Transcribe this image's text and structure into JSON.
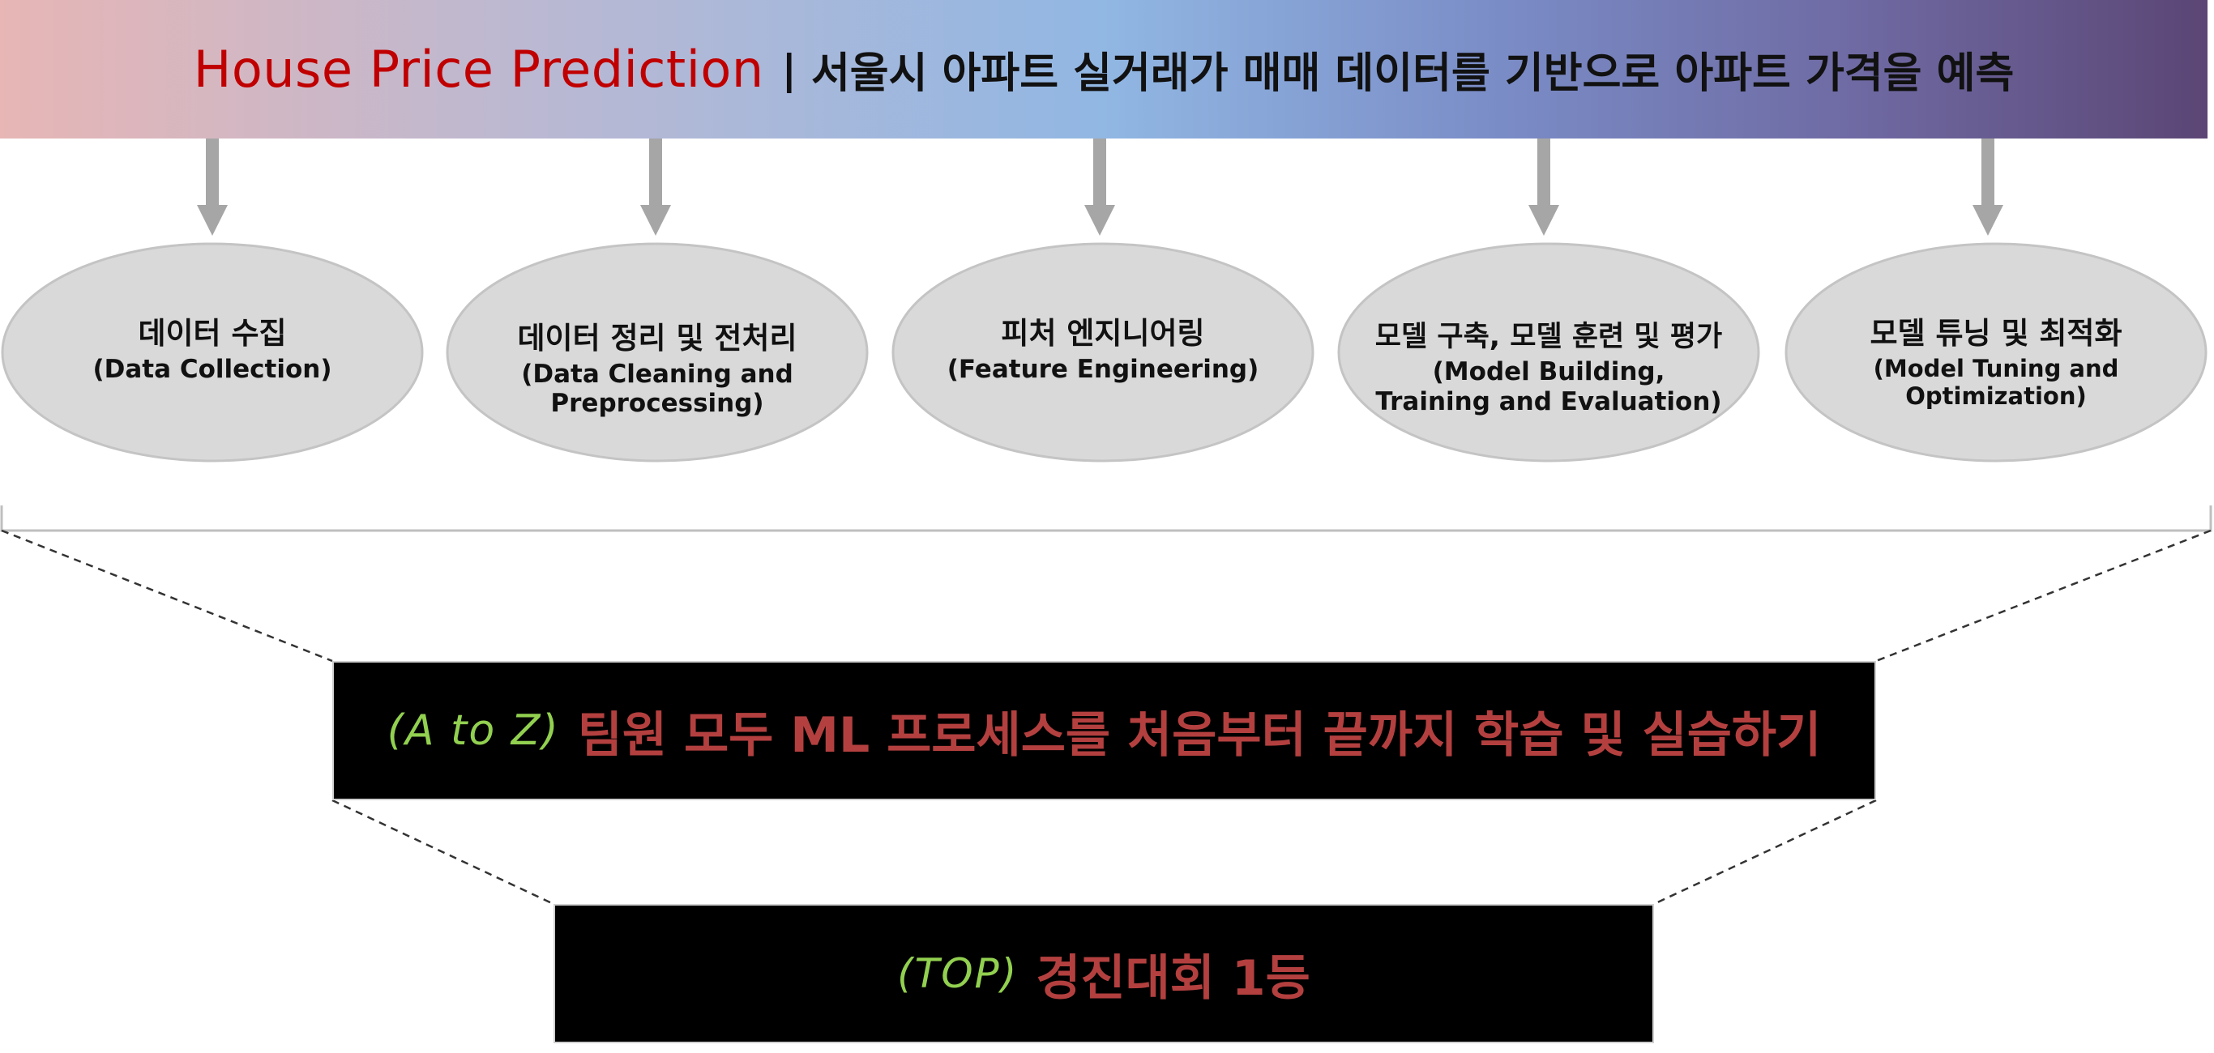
{
  "header": {
    "title": "House Price Prediction",
    "separator": "|",
    "subtitle": "서울시 아파트 실거래가 매매 데이터를 기반으로 아파트 가격을 예측",
    "title_color": "#c00000"
  },
  "stages": [
    {
      "ko": "데이터 수집",
      "en": "(Data Collection)"
    },
    {
      "ko": "데이터 정리 및 전처리",
      "en": "(Data Cleaning and\nPreprocessing)"
    },
    {
      "ko": "피처 엔지니어링",
      "en": "(Feature Engineering)"
    },
    {
      "ko": "모델 구축, 모델 훈련 및 평가",
      "en": "(Model Building,\nTraining and Evaluation)"
    },
    {
      "ko": "모델 튜닝 및 최적화",
      "en": "(Model Tuning and Optimization)"
    }
  ],
  "goals": [
    {
      "tag": "(A to Z)",
      "text": "팀원 모두 ML 프로세스를 처음부터 끝까지 학습 및 실습하기"
    },
    {
      "tag": "(TOP)",
      "text": "경진대회 1등"
    }
  ],
  "colors": {
    "ellipse_fill": "#d9d9d9",
    "arrow": "#a6a6a6",
    "tag_green": "#92d050",
    "goal_text_red": "#b3403f",
    "goal_box_bg": "#000000"
  }
}
